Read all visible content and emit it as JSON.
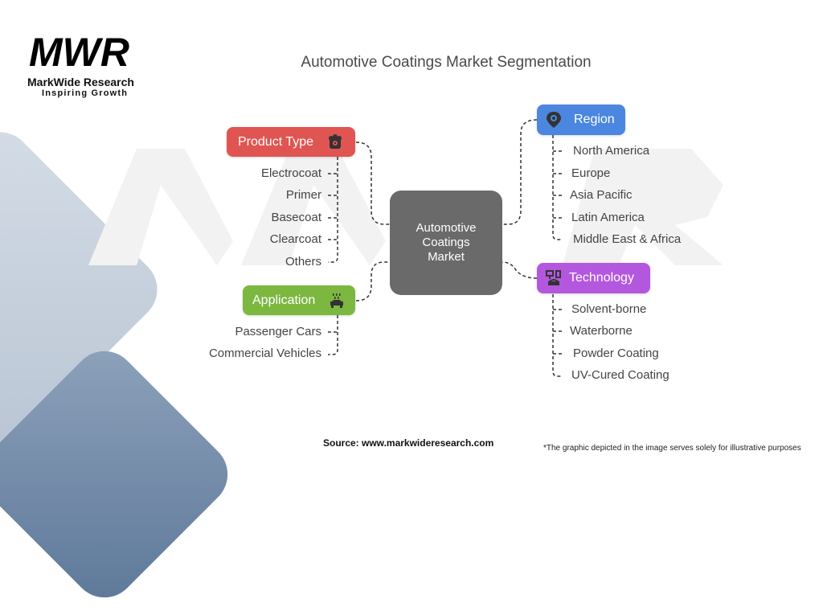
{
  "brand": {
    "logo_mark": "MWR",
    "name": "MarkWide Research",
    "tagline": "Inspiring Growth"
  },
  "title": "Automotive Coatings Market Segmentation",
  "center_node": {
    "line1": "Automotive",
    "line2": "Coatings",
    "line3": "Market",
    "color": "#6a6a6a"
  },
  "segments": {
    "product_type": {
      "label": "Product Type",
      "icon": "paint-can-icon",
      "color": "#e05552",
      "items": [
        "Electrocoat",
        "Primer",
        "Basecoat",
        "Clearcoat",
        "Others"
      ]
    },
    "application": {
      "label": "Application",
      "icon": "car-wash-icon",
      "color": "#7cb740",
      "items": [
        "Passenger Cars",
        "Commercial Vehicles"
      ]
    },
    "region": {
      "label": "Region",
      "icon": "location-gear-icon",
      "color": "#4b87e0",
      "items": [
        "North America",
        "Europe",
        "Asia Pacific",
        "Latin America",
        "Middle East & Africa"
      ]
    },
    "technology": {
      "label": "Technology",
      "icon": "network-devices-icon",
      "color": "#b457df",
      "items": [
        "Solvent-borne",
        "Waterborne",
        "Powder Coating",
        "UV-Cured Coating"
      ]
    }
  },
  "footer": {
    "source": "Source: www.markwideresearch.com",
    "note": "*The graphic depicted in the image serves solely for illustrative purposes"
  }
}
